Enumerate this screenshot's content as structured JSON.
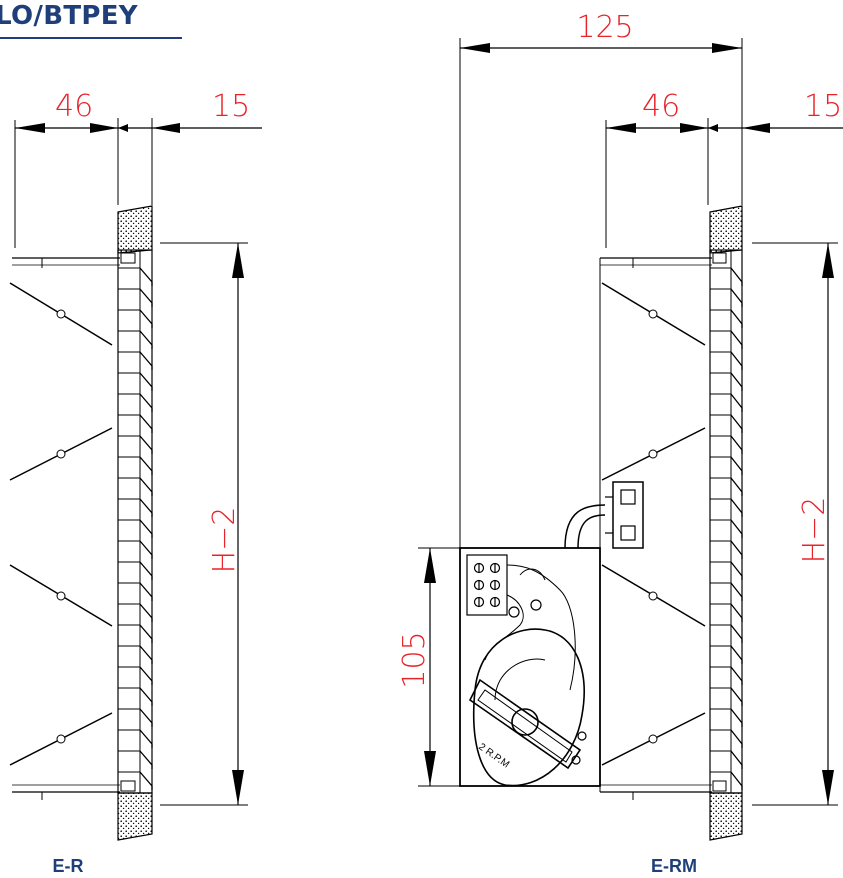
{
  "title": "-LO/BTPEY",
  "views": [
    {
      "caption": "E-R",
      "dim_left": "46",
      "dim_right": "15",
      "dim_height": "H−2"
    },
    {
      "caption": "E-RM",
      "dim_total": "125",
      "dim_left": "46",
      "dim_right": "15",
      "dim_height": "H−2",
      "dim_actuator": "105",
      "actuator_label": "2 R.P.M"
    }
  ],
  "colors": {
    "dimension_text": "#e8242b",
    "caption": "#1f3f7a",
    "lines": "#000000"
  }
}
